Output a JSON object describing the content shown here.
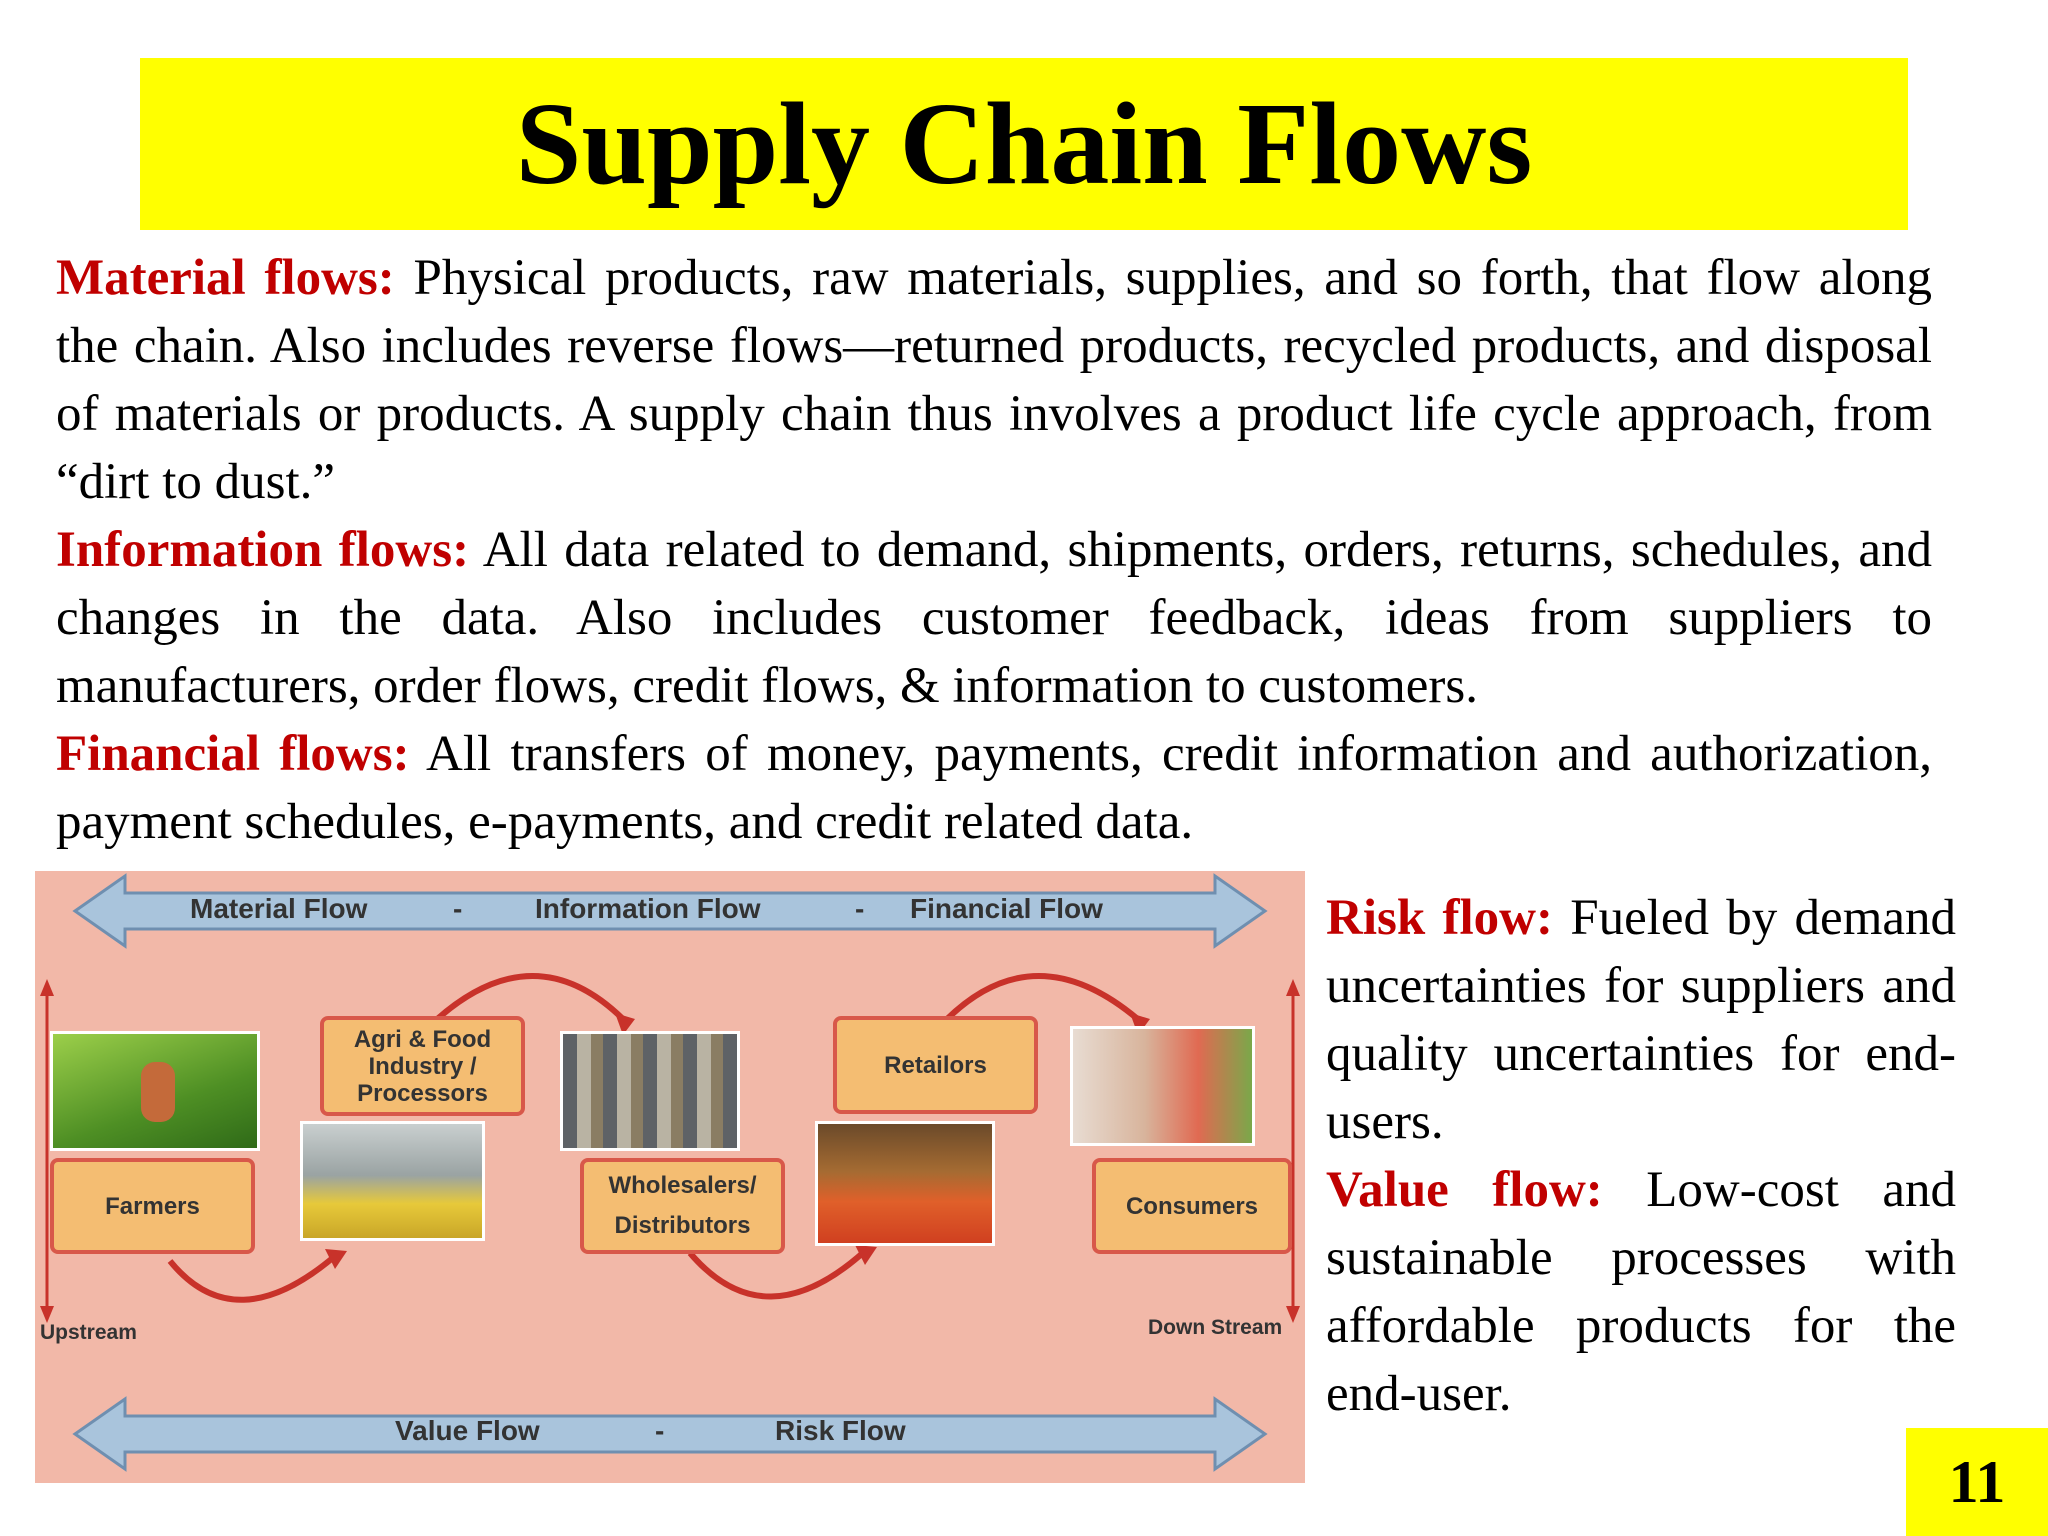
{
  "slide": {
    "title": "Supply Chain Flows",
    "page_number": "11"
  },
  "paragraphs": {
    "material": {
      "label": "Material flows:",
      "text": "Physical products, raw materials, supplies, and so forth, that flow along the chain. Also includes reverse flows—returned products, recycled products, and disposal of materials or products. A supply chain thus involves a product life cycle approach, from “dirt to dust.”"
    },
    "information": {
      "label": "Information flows:",
      "text": "All data related to demand, shipments, orders, returns, schedules, and changes in the data. Also includes customer feedback, ideas from suppliers to manufacturers, order flows, credit flows, & information to customers."
    },
    "financial": {
      "label": "Financial flows:",
      "text": "All transfers of money, payments, credit information and authorization, payment schedules, e-payments, and credit related data."
    },
    "risk": {
      "label": "Risk flow:",
      "text": "Fueled by demand uncertainties for suppliers and quality uncertainties for end-users."
    },
    "value": {
      "label": "Value flow:",
      "text": "Low-cost and sustainable processes with affordable products for the end-user."
    }
  },
  "diagram": {
    "top_arrow": {
      "material": "Material Flow",
      "sep1": "-",
      "information": "Information Flow",
      "sep2": "-",
      "financial": "Financial Flow"
    },
    "bottom_arrow": {
      "value": "Value Flow",
      "sep": "-",
      "risk": "Risk Flow"
    },
    "stages": {
      "farmers": "Farmers",
      "agri_food": "Agri & Food Industry / Processors",
      "wholesalers": "Wholesalers/ Distributors",
      "retailers": "Retailors",
      "consumers": "Consumers"
    },
    "upstream": "Upstream",
    "downstream": "Down Stream",
    "colors": {
      "background": "#f2b8a8",
      "arrow_fill": "#a9c4dc",
      "stage_fill": "#f4bd72",
      "stage_border": "#d8584a",
      "curve": "#c8322a"
    }
  }
}
